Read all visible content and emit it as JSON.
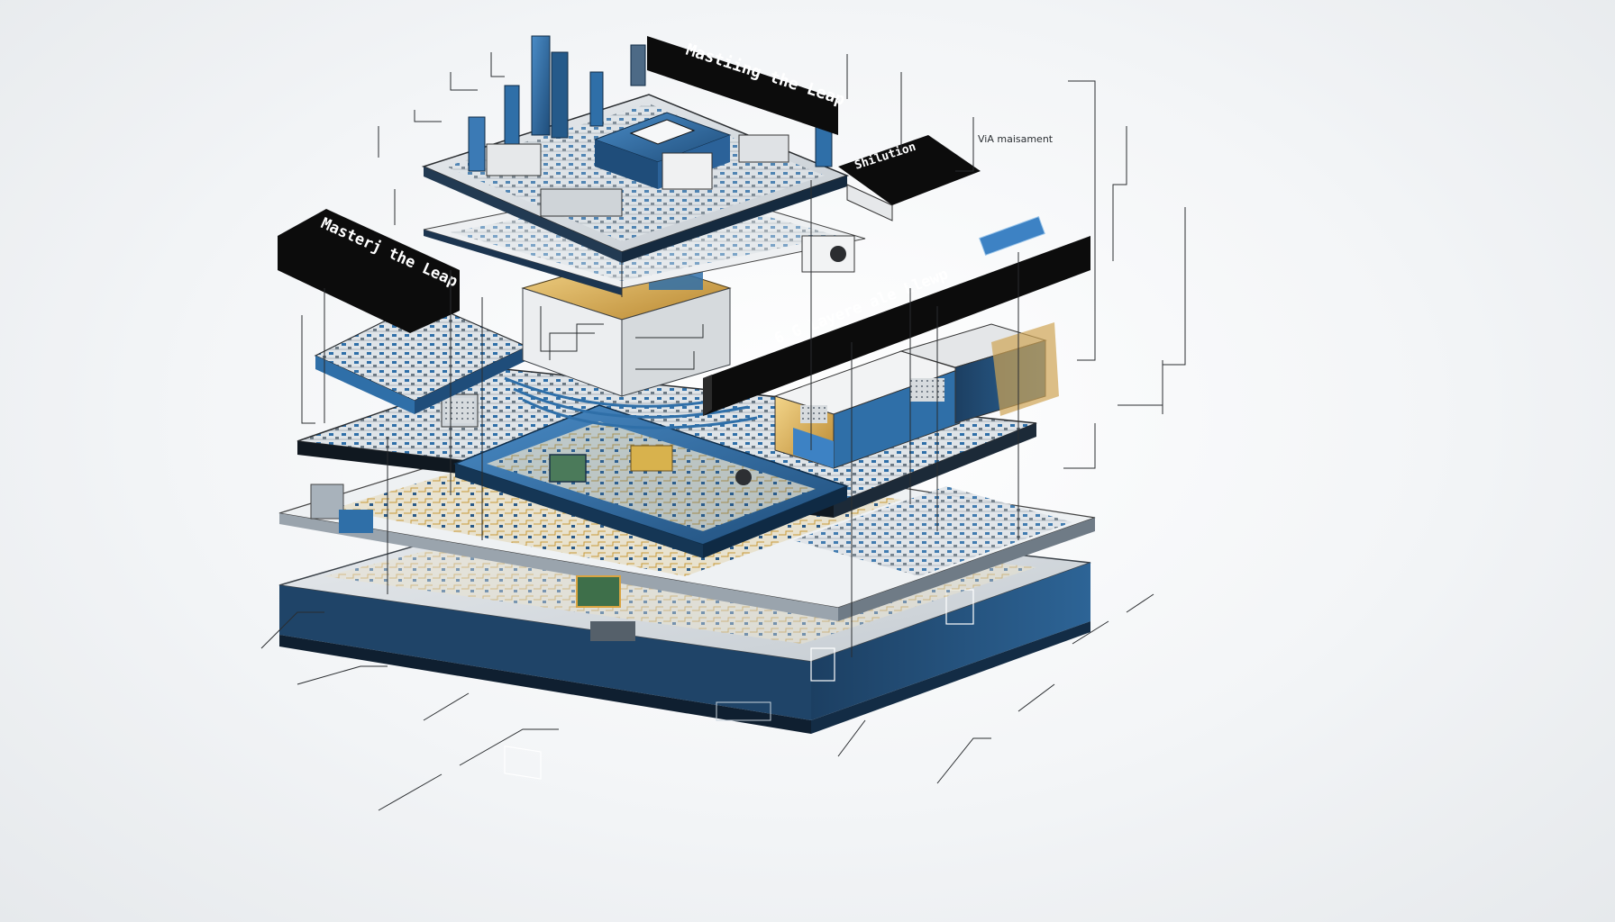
{
  "banners": {
    "top": "Mastiing the Leap",
    "left": "Masterj the Leap",
    "right": "6 G Layere ale Llewp",
    "small": "Shilution"
  },
  "callouts": {
    "via": "ViA maisament"
  },
  "colors": {
    "accent_blue": "#2f6fa8",
    "deep_navy": "#173a5c",
    "panel_black": "#0c0c0c",
    "gold_trace": "#d9a441",
    "tan_layer": "#d9b57a",
    "board_grey": "#d6dadd"
  },
  "icons": [
    "chip-icon",
    "server-tower-icon",
    "memory-module-icon",
    "connector-icon"
  ]
}
